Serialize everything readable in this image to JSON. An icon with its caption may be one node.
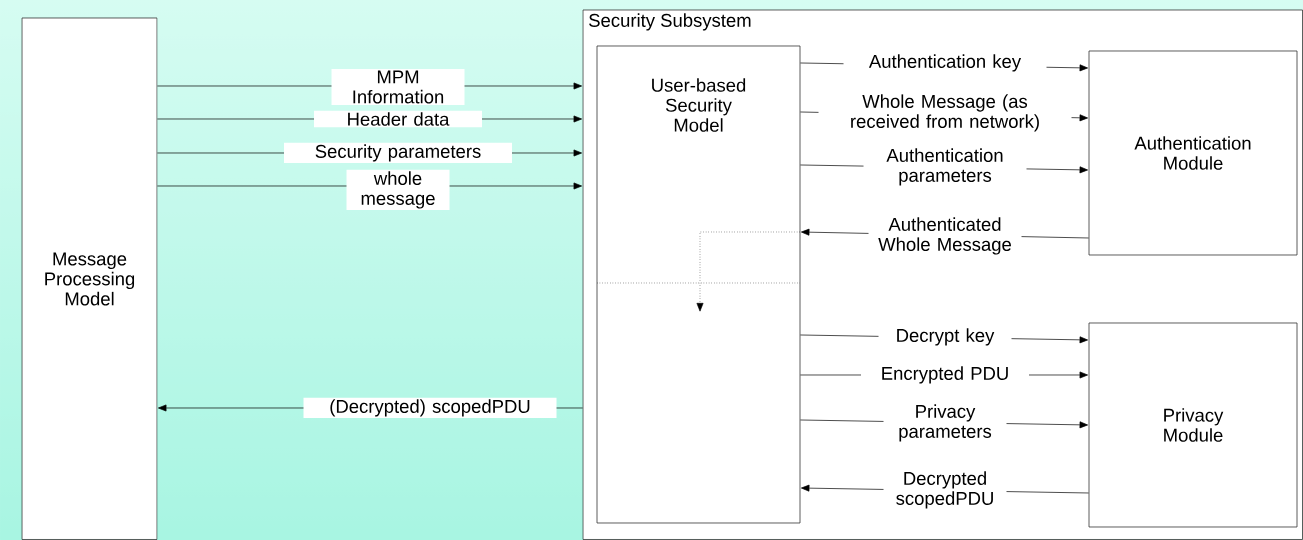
{
  "diagram": {
    "nodes": [
      {
        "text": [
          "Message Processing Model"
        ]
      },
      {
        "text": [
          "Security Subsystem"
        ]
      },
      {
        "text": [
          "User-based Security Model"
        ],
        "in": 1
      },
      {
        "text": [
          "Authentication Module"
        ],
        "in": 1
      },
      {
        "text": [
          "Privacy Module"
        ],
        "in": 1
      }
    ],
    "edges": [
      {
        "from": 0,
        "to": 1,
        "arrow": "to",
        "label": "MPM Information"
      },
      {
        "from": 0,
        "to": 1,
        "arrow": "to",
        "label": "Header data"
      },
      {
        "from": 0,
        "to": 1,
        "arrow": "to",
        "label": "Security parameters"
      },
      {
        "from": 0,
        "to": 1,
        "arrow": "to",
        "label": "whole message"
      },
      {
        "from": 2,
        "to": 3,
        "arrow": "to",
        "label": "Authentication key"
      },
      {
        "from": 2,
        "to": 3,
        "arrow": "to",
        "label": "Whole Message (as received from network)"
      },
      {
        "from": 2,
        "to": 3,
        "arrow": "to",
        "label": "Authentication parameters"
      },
      {
        "from": 3,
        "to": 2,
        "arrow": "to",
        "label": "Authenticated Whole Message"
      },
      {
        "from": 2,
        "to": 4,
        "arrow": "to",
        "label": "Decrypt key"
      },
      {
        "from": 2,
        "to": 4,
        "arrow": "to",
        "label": "Encrypted PDU"
      },
      {
        "from": 2,
        "to": 4,
        "arrow": "to",
        "label": "Privacy parameters"
      },
      {
        "from": 4,
        "to": 2,
        "arrow": "to",
        "label": "Decrypted scopedPDU"
      },
      {
        "from": 1,
        "to": 0,
        "arrow": "to",
        "label": "(Decrypted) scopedPDU"
      }
    ]
  }
}
